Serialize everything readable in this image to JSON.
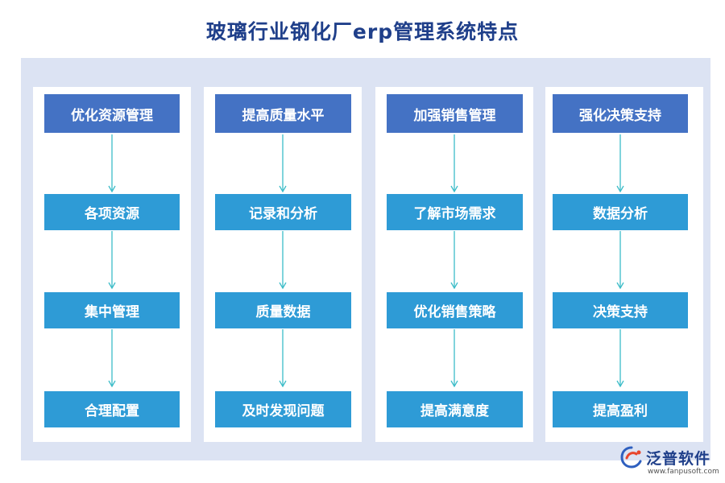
{
  "title": "玻璃行业钢化厂erp管理系统特点",
  "columns": [
    {
      "header": "优化资源管理",
      "steps": [
        "各项资源",
        "集中管理",
        "合理配置"
      ]
    },
    {
      "header": "提高质量水平",
      "steps": [
        "记录和分析",
        "质量数据",
        "及时发现问题"
      ]
    },
    {
      "header": "加强销售管理",
      "steps": [
        "了解市场需求",
        "优化销售策略",
        "提高满意度"
      ]
    },
    {
      "header": "强化决策支持",
      "steps": [
        "数据分析",
        "决策支持",
        "提高盈利"
      ]
    }
  ],
  "logo": {
    "name": "泛普软件",
    "url": "www.fanpusoft.com"
  },
  "colors": {
    "title": "#1f3f8a",
    "panel": "#dce3f3",
    "header": "#4472c4",
    "step": "#2e9bd6",
    "arrow": "#3cbcc8"
  }
}
